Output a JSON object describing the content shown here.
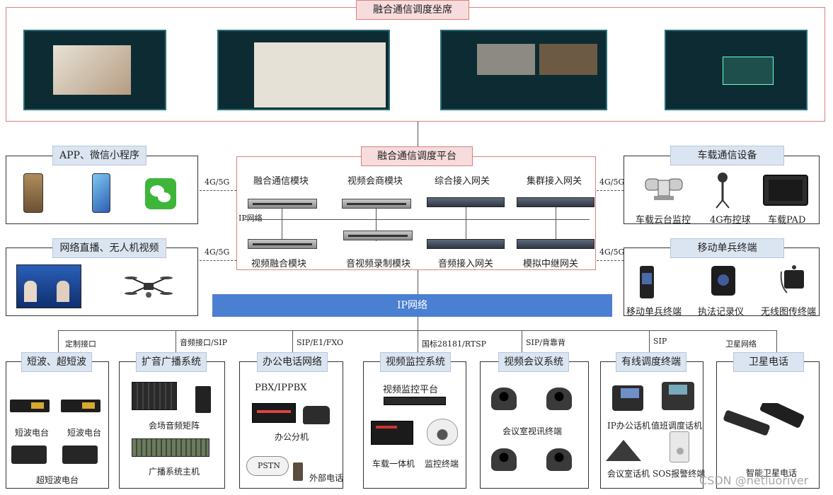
{
  "sections": {
    "dispatch_seat": "融合通信调度坐席",
    "platform": "融合通信调度平台",
    "app": "APP、微信小程序",
    "live": "网络直播、无人机视频",
    "vehicle": "车载通信设备",
    "mobile": "移动单兵终端",
    "ip_network": "IP网络"
  },
  "platform_modules": {
    "m1": "融合通信模块",
    "m2": "视频会商模块",
    "m3": "综合接入网关",
    "m4": "集群接入网关",
    "m5": "视频融合模块",
    "m6": "音视频录制模块",
    "m7": "音频接入网关",
    "m8": "模拟中继网关",
    "bus_label": "IP网络"
  },
  "link_labels": {
    "l1": "4G/5G",
    "l2": "4G/5G",
    "r1": "4G/5G",
    "r2": "4G/5G"
  },
  "vehicle_items": [
    "车载云台监控",
    "4G布控球",
    "车载PAD"
  ],
  "mobile_items": [
    "移动单兵终端",
    "执法记录仪",
    "无线图传终端"
  ],
  "interfaces": [
    "定制接口",
    "音频接口/SIP",
    "SIP/E1/FXO",
    "国标28181/RTSP",
    "SIP/背靠背",
    "SIP",
    "卫星网络"
  ],
  "bottom": {
    "shortwave": {
      "title": "短波、超短波",
      "items": [
        "短波电台",
        "短波电台",
        "超短波电台"
      ]
    },
    "broadcast": {
      "title": "扩音广播系统",
      "items": [
        "会场音频矩阵",
        "广播系统主机"
      ]
    },
    "office": {
      "title": "办公电话网络",
      "pbx": "PBX/IPPBX",
      "items": [
        "办公分机",
        "外部电话"
      ],
      "pstn": "PSTN"
    },
    "video_mon": {
      "title": "视频监控系统",
      "platform": "视频监控平台",
      "items": [
        "车载一体机",
        "监控终端"
      ]
    },
    "video_conf": {
      "title": "视频会议系统",
      "items": [
        "会议室视讯终端"
      ]
    },
    "wired": {
      "title": "有线调度终端",
      "items": [
        "IP办公话机",
        "值班调度话机",
        "会议室话机",
        "SOS报警终端"
      ]
    },
    "satellite": {
      "title": "卫星电话",
      "items": [
        "智能卫星电话"
      ]
    }
  },
  "watermark": "CSDN @netluoriver",
  "colors": {
    "accent_blue": "#4a7fd1",
    "red_border": "#d9807f",
    "title_bg": "#dbe5f1"
  }
}
